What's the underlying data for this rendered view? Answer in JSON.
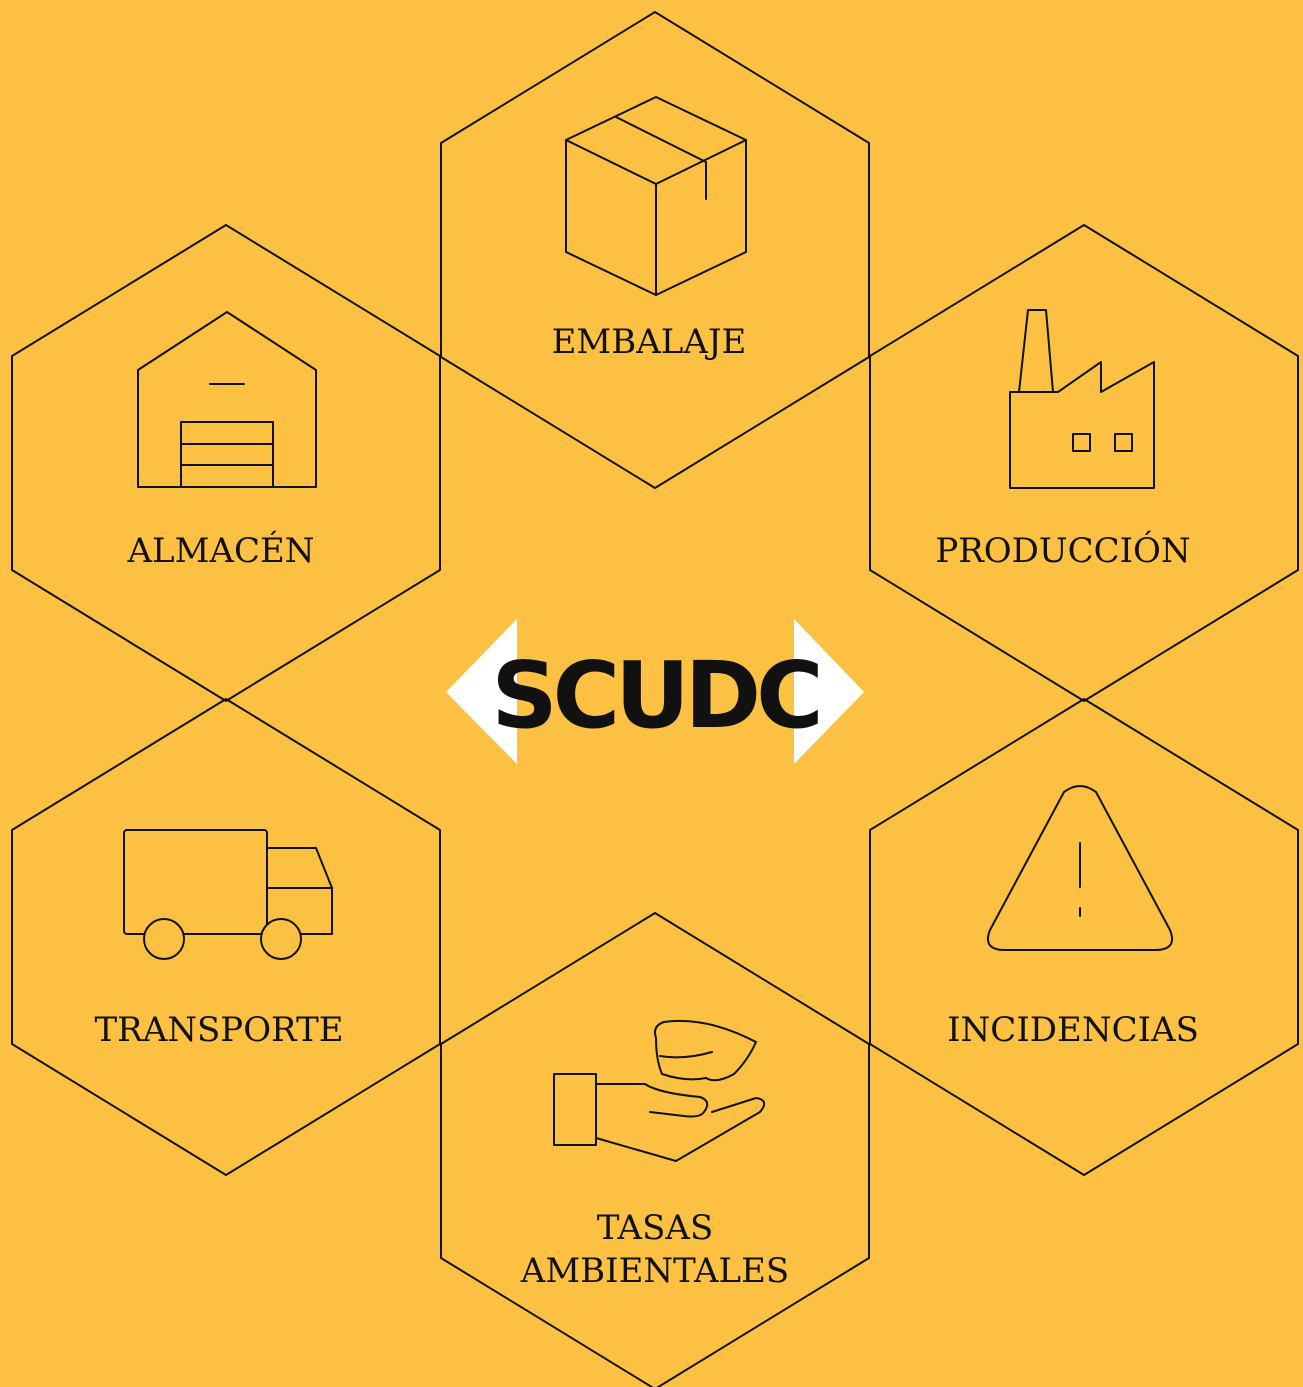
{
  "colors": {
    "background": "#FCC142",
    "stroke": "#111111",
    "logo_chevron": "#FFFFFF"
  },
  "logo": {
    "text": "SCUDC"
  },
  "nodes": [
    {
      "id": "embalaje",
      "label": "EMBALAJE",
      "icon": "box-icon"
    },
    {
      "id": "almacen",
      "label": "ALMACÉN",
      "icon": "warehouse-icon"
    },
    {
      "id": "produccion",
      "label": "PRODUCCIÓN",
      "icon": "factory-icon"
    },
    {
      "id": "transporte",
      "label": "TRANSPORTE",
      "icon": "truck-icon"
    },
    {
      "id": "incidencias",
      "label": "INCIDENCIAS",
      "icon": "warning-icon"
    },
    {
      "id": "tasas",
      "label_line1": "TASAS",
      "label_line2": "AMBIENTALES",
      "icon": "hand-money-icon"
    }
  ]
}
